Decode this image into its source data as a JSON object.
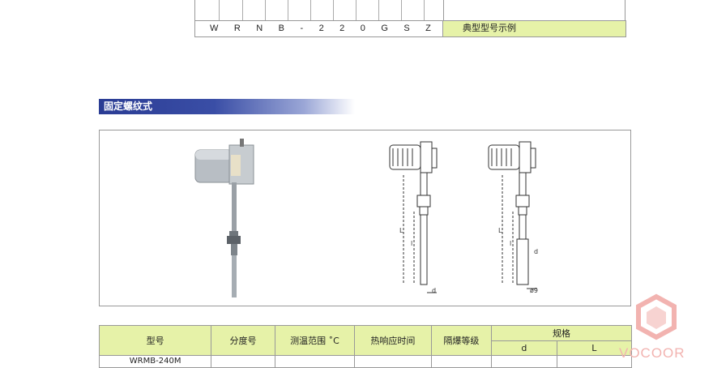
{
  "model_example": {
    "codes": [
      "W",
      "R",
      "N",
      "B",
      "-",
      "2",
      "2",
      "0",
      "G",
      "S",
      "Z"
    ],
    "label": "典型型号示例"
  },
  "section": {
    "title": "固定螺纹式"
  },
  "figure": {
    "drawing1": {
      "dim_L": "L",
      "dim_l": "l",
      "dim_d": "d"
    },
    "drawing2": {
      "dim_L": "L",
      "dim_l": "l",
      "dim_d": "d",
      "dim_phi": "ø9"
    }
  },
  "spec_table": {
    "headers": {
      "model": "型号",
      "graduation": "分度号",
      "range": "测温范围 ˚C",
      "response": "热响应时间",
      "explosion": "隔爆等级",
      "spec": "规格",
      "d": "d",
      "L": "L"
    },
    "first_row_model": "WRMB-240M"
  },
  "brand": {
    "name": "VOCOOR",
    "colors": {
      "logo": "#f2b3b0",
      "accent": "#e6f2a8",
      "heading": "#2a3c94"
    }
  }
}
